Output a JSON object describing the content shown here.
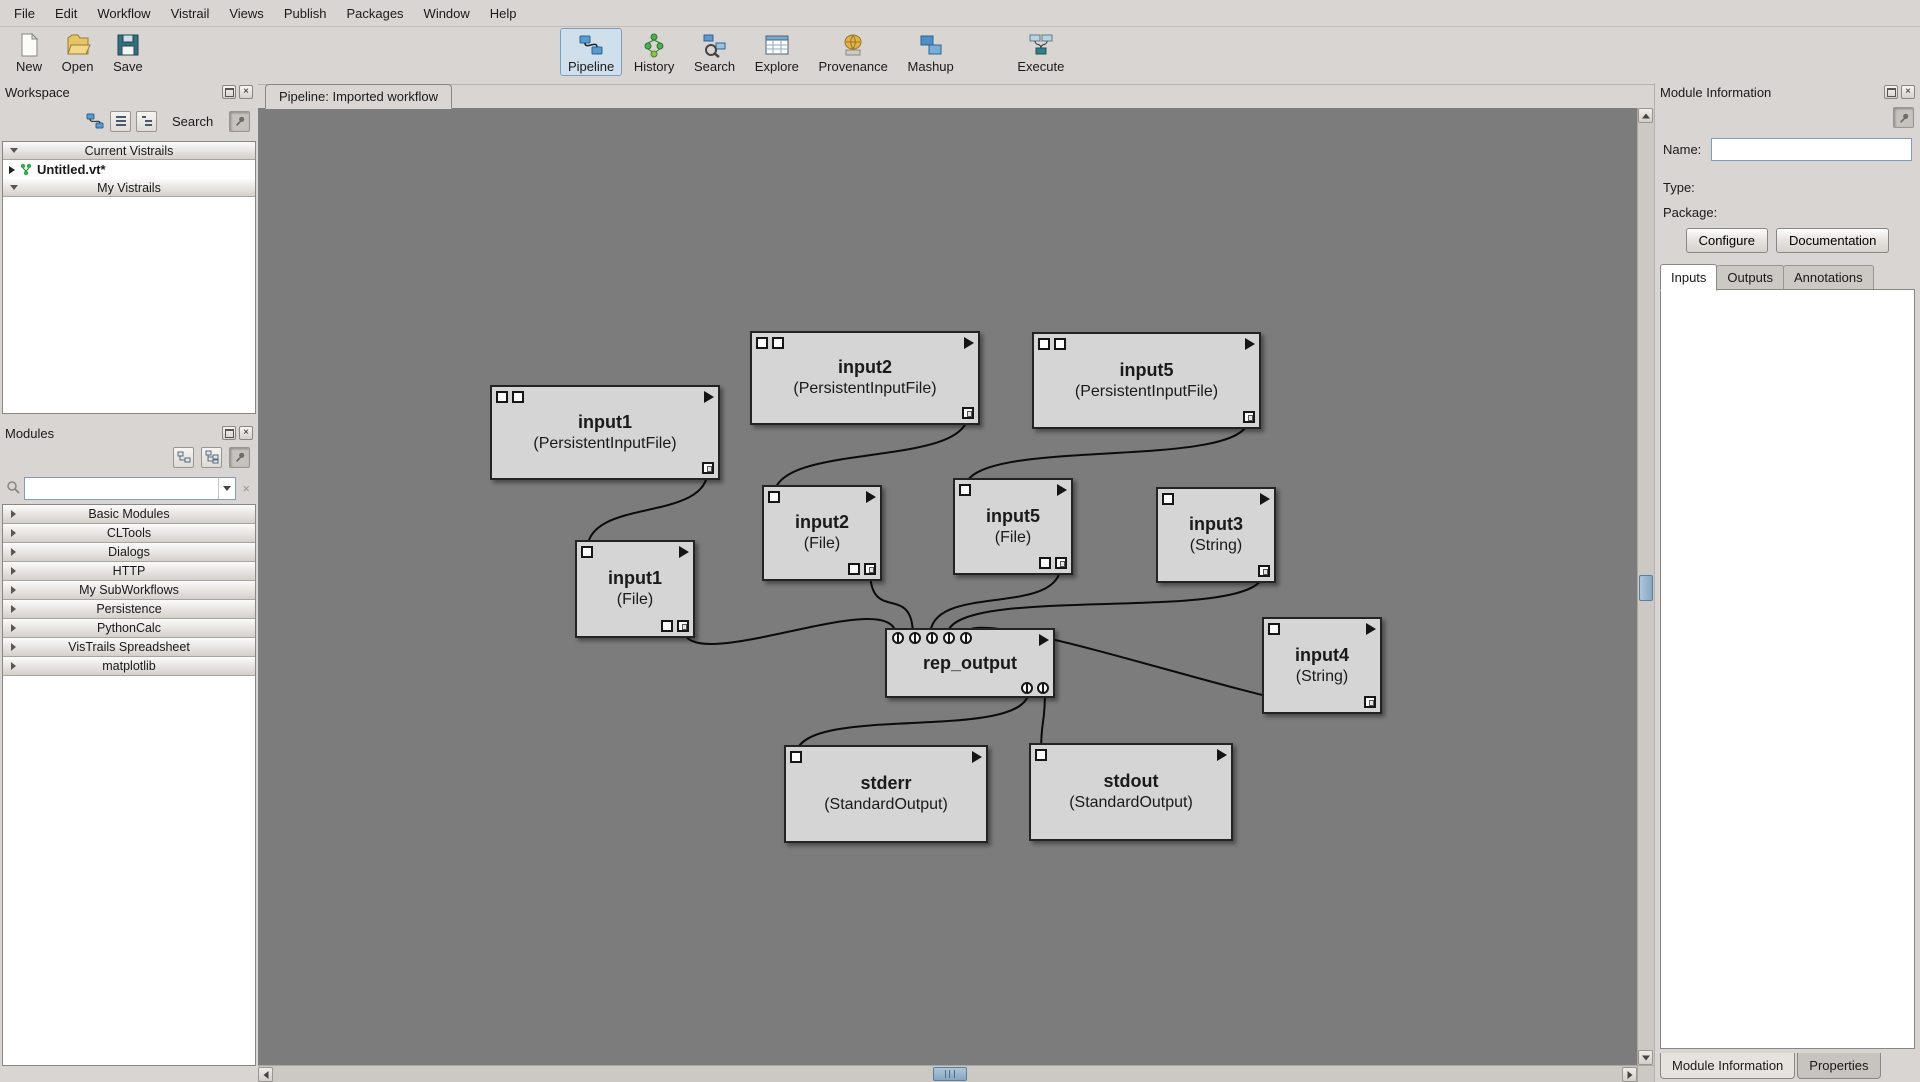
{
  "icons": {
    "close": "×"
  },
  "colors": {
    "canvas_bg": "#7c7c7c",
    "module_fill": "#d5d5d5",
    "active_tool_bg": "#cfe0ec",
    "scroll_thumb": "#86a6c0"
  },
  "menu": {
    "items": [
      "File",
      "Edit",
      "Workflow",
      "Vistrail",
      "Views",
      "Publish",
      "Packages",
      "Window",
      "Help"
    ]
  },
  "toolbar": {
    "labels": [
      "New",
      "Open",
      "Save",
      "Pipeline",
      "History",
      "Search",
      "Explore",
      "Provenance",
      "Mashup",
      "Execute"
    ]
  },
  "workspace": {
    "title": "Workspace",
    "search_label": "Search",
    "current_header": "Current Vistrails",
    "file_item": "Untitled.vt*",
    "my_header": "My Vistrails"
  },
  "modules_panel": {
    "title": "Modules",
    "search_value": "",
    "packages": [
      "Basic Modules",
      "CLTools",
      "Dialogs",
      "HTTP",
      "My SubWorkflows",
      "Persistence",
      "PythonCalc",
      "VisTrails Spreadsheet",
      "matplotlib"
    ]
  },
  "pipeline": {
    "tab": "Pipeline: Imported workflow",
    "nodes": [
      {
        "name": "input1",
        "type": "(PersistentInputFile)"
      },
      {
        "name": "input2",
        "type": "(PersistentInputFile)"
      },
      {
        "name": "input5",
        "type": "(PersistentInputFile)"
      },
      {
        "name": "input2",
        "type": "(File)"
      },
      {
        "name": "input5",
        "type": "(File)"
      },
      {
        "name": "input3",
        "type": "(String)"
      },
      {
        "name": "input1",
        "type": "(File)"
      },
      {
        "name": "input4",
        "type": "(String)"
      },
      {
        "name": "rep_output",
        "type": ""
      },
      {
        "name": "stderr",
        "type": "(StandardOutput)"
      },
      {
        "name": "stdout",
        "type": "(StandardOutput)"
      }
    ]
  },
  "module_info": {
    "title": "Module Information",
    "name_label": "Name:",
    "name_value": "",
    "type_label": "Type:",
    "package_label": "Package:",
    "configure": "Configure",
    "documentation": "Documentation",
    "tabs": [
      "Inputs",
      "Outputs",
      "Annotations"
    ],
    "bottom_tabs": [
      "Module Information",
      "Properties"
    ]
  }
}
